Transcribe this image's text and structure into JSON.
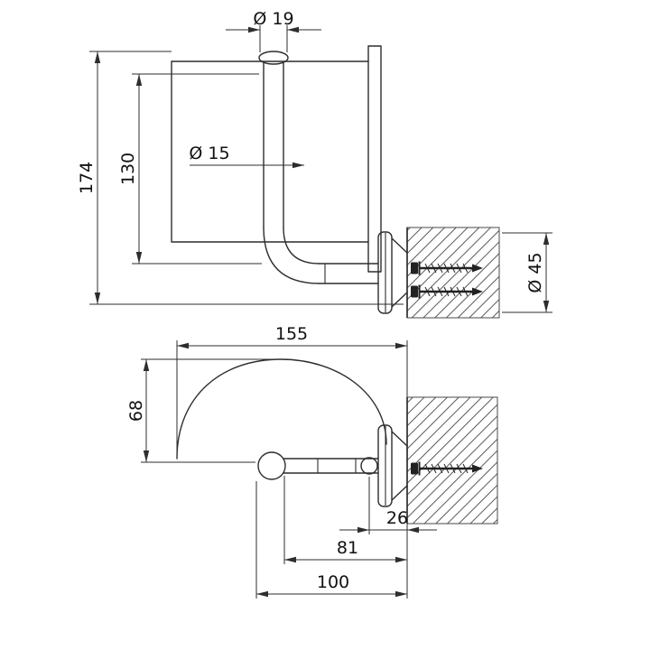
{
  "page": {
    "background": "#ffffff",
    "line_color": "#2d2d2d"
  },
  "drawing": {
    "dimensions": {
      "front_view": {
        "cap_diameter": "Ø 19",
        "tube_diameter": "Ø 15",
        "overall_height": "174",
        "tube_height": "130",
        "rosette_diameter": "Ø 45"
      },
      "top_view": {
        "overall_width": "155",
        "arc_depth": "68",
        "rosette_to_wall": "26",
        "arm_length": "81",
        "overall_projection": "100"
      }
    }
  }
}
